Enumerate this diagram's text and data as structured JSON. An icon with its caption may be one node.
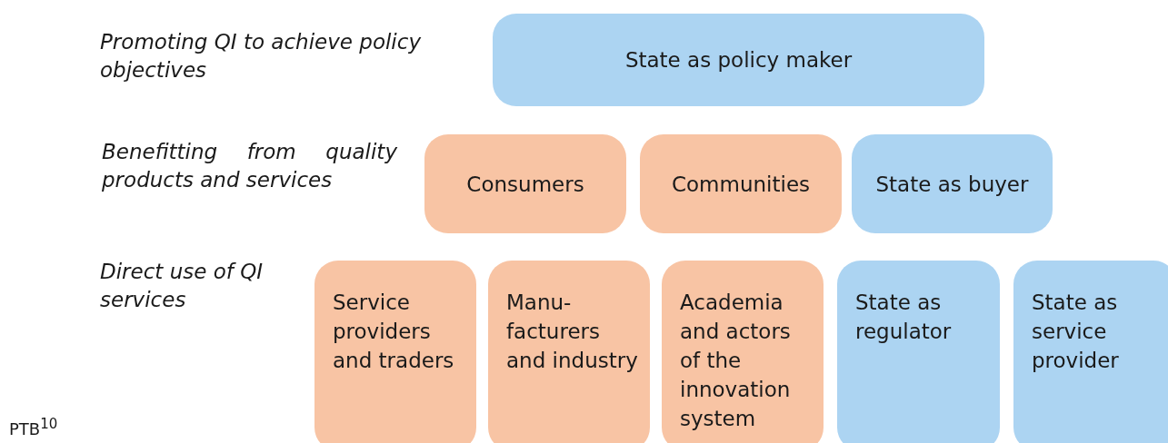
{
  "diagram": {
    "nodes": [
      {
        "text": [
          "State as policy maker"
        ]
      },
      {
        "text": [
          "Consumers"
        ]
      },
      {
        "text": [
          "Communities"
        ]
      },
      {
        "text": [
          "State as buyer"
        ]
      },
      {
        "text": [
          "Service providers and traders"
        ]
      },
      {
        "text": [
          "Manu-facturers and industry"
        ]
      },
      {
        "text": [
          "Academia and actors of the innovation system"
        ]
      },
      {
        "text": [
          "State as regulator"
        ]
      },
      {
        "text": [
          "State as service provider"
        ]
      }
    ],
    "edges": [],
    "labels": [
      "Promoting QI to achieve policy objectives",
      "Benefitting from quality products and services",
      "Direct use of QI services",
      "PTB$^{10}$"
    ]
  }
}
